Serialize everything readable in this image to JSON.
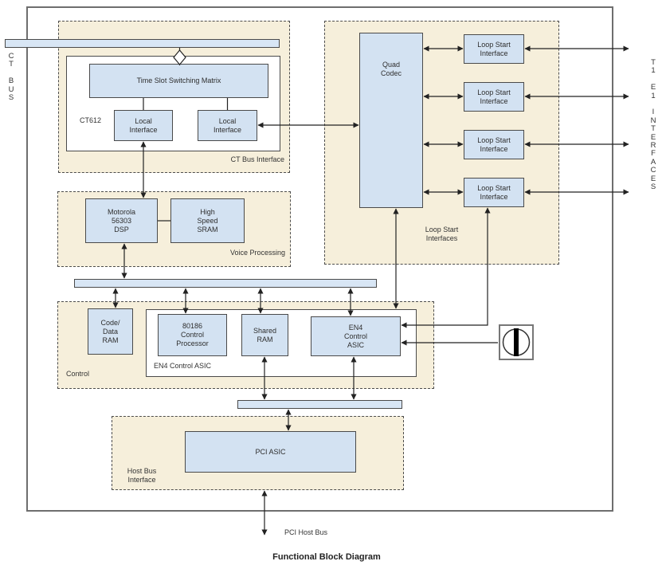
{
  "caption": "Functional Block Diagram",
  "colors": {
    "block_fill": "#d3e2f2",
    "group_fill": "#f6efdb",
    "block_border": "#4a4a4a",
    "frame_border": "#6e6e6e",
    "line": "#222222"
  },
  "side_labels": {
    "ct_bus": "C\nT\n\nB\nU\nS",
    "t1_e1_interfaces": "T\n1\n\nE\n1\n\nI\nN\nT\nE\nR\nF\nA\nC\nE\nS"
  },
  "groups": {
    "ct_bus_interface": {
      "label": "CT Bus Interface"
    },
    "voice_processing": {
      "label": "Voice Processing"
    },
    "control": {
      "label": "Control"
    },
    "loop_start_interfaces": {
      "label": "Loop Start\nInterfaces"
    },
    "host_bus_interface": {
      "label": "Host Bus\nInterface"
    },
    "ct612": {
      "label": "CT612"
    },
    "en4_group": {
      "label": "EN4 Control ASIC"
    }
  },
  "blocks": {
    "time_slot_matrix": {
      "label": "Time Slot Switching Matrix"
    },
    "local_interface_left": {
      "label": "Local\nInterface"
    },
    "local_interface_right": {
      "label": "Local\nInterface"
    },
    "dsp": {
      "label": "Motorola\n56303\nDSP"
    },
    "sram": {
      "label": "High\nSpeed\nSRAM"
    },
    "code_data_ram": {
      "label": "Code/\nData\nRAM"
    },
    "processor_80186": {
      "label": "80186\nControl\nProcessor"
    },
    "shared_ram": {
      "label": "Shared\nRAM"
    },
    "en4_asic": {
      "label": "EN4\nControl\nASIC"
    },
    "quad_codec": {
      "label": "Quad\nCodec"
    },
    "loop_start_1": {
      "label": "Loop Start\nInterface"
    },
    "loop_start_2": {
      "label": "Loop Start\nInterface"
    },
    "loop_start_3": {
      "label": "Loop Start\nInterface"
    },
    "loop_start_4": {
      "label": "Loop Start\nInterface"
    },
    "pci_asic": {
      "label": "PCI ASIC"
    }
  },
  "annotations": {
    "pci_host_bus": "PCI Host Bus"
  },
  "icons": {
    "oscillator": "crystal-oscillator-icon",
    "bus_connector": "diamond-bus-connector-icon"
  }
}
